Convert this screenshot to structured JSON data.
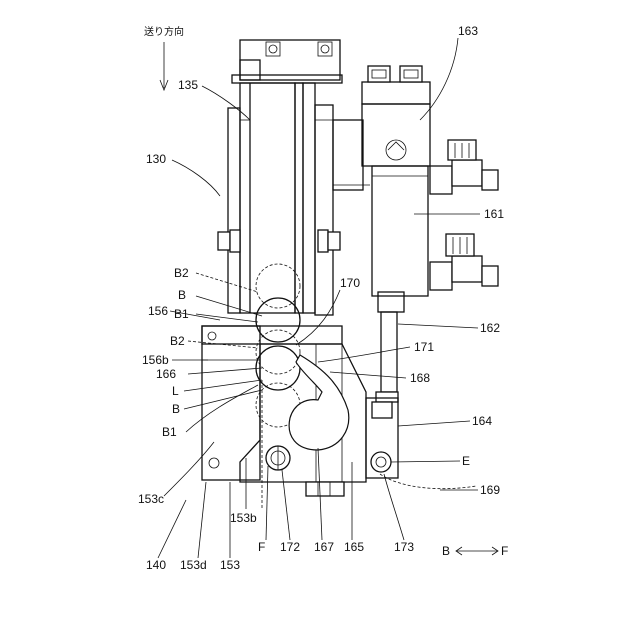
{
  "figure": {
    "feed_direction_label": "送り方向",
    "axis_label": "B",
    "axis_label_right": "F"
  },
  "labels": {
    "l163": "163",
    "l135": "135",
    "l130": "130",
    "l161": "161",
    "lB2a": "B2",
    "lBa": "B",
    "lB1a": "B1",
    "l170": "170",
    "l156": "156",
    "l162": "162",
    "lB2b": "B2",
    "l171": "171",
    "l156b": "156b",
    "l166": "166",
    "l168": "168",
    "lL": "L",
    "lBb": "B",
    "l164": "164",
    "lB1b": "B1",
    "lE": "E",
    "l153c": "153c",
    "l169": "169",
    "l153b": "153b",
    "lF": "F",
    "l172": "172",
    "l167": "167",
    "l165": "165",
    "l173": "173",
    "l140": "140",
    "l153d": "153d",
    "l153": "153"
  }
}
